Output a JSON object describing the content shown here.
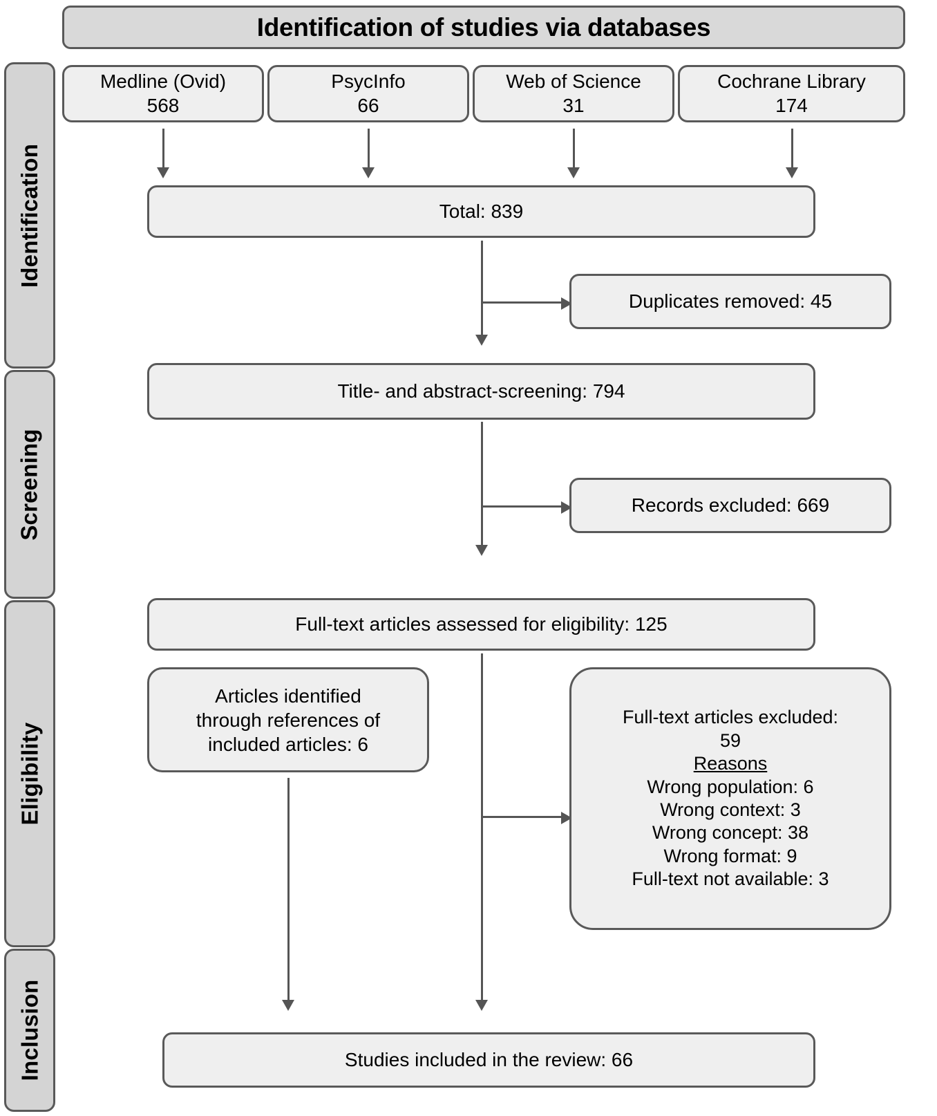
{
  "header": {
    "title": "Identification of studies via databases"
  },
  "stages": [
    {
      "label": "Identification"
    },
    {
      "label": "Screening"
    },
    {
      "label": "Eligibility"
    },
    {
      "label": "Inclusion"
    }
  ],
  "databases": [
    {
      "name": "Medline (Ovid)",
      "count": "568"
    },
    {
      "name": "PsycInfo",
      "count": "66"
    },
    {
      "name": "Web of Science",
      "count": "31"
    },
    {
      "name": "Cochrane Library",
      "count": "174"
    }
  ],
  "flow": {
    "total": "Total: 839",
    "duplicates_removed": "Duplicates removed: 45",
    "title_abstract_screening": "Title- and abstract-screening: 794",
    "records_excluded": "Records excluded: 669",
    "fulltext_assessed": "Full-text articles assessed for eligibility: 125",
    "references_identified_line1": "Articles identified",
    "references_identified_line2": "through references of",
    "references_identified_line3": "included articles: 6",
    "studies_included": "Studies included in the review: 66"
  },
  "excluded": {
    "heading": "Full-text articles excluded:",
    "count": "59",
    "reasons_label": "Reasons",
    "reasons": [
      "Wrong population: 6",
      "Wrong context: 3",
      "Wrong concept: 38",
      "Wrong format: 9",
      "Full-text not available: 3"
    ]
  },
  "colors": {
    "box_fill": "#efefef",
    "header_fill": "#d9d9d9",
    "stage_fill": "#d4d4d4",
    "border": "#595959",
    "connector": "#555555",
    "text": "#000000"
  }
}
